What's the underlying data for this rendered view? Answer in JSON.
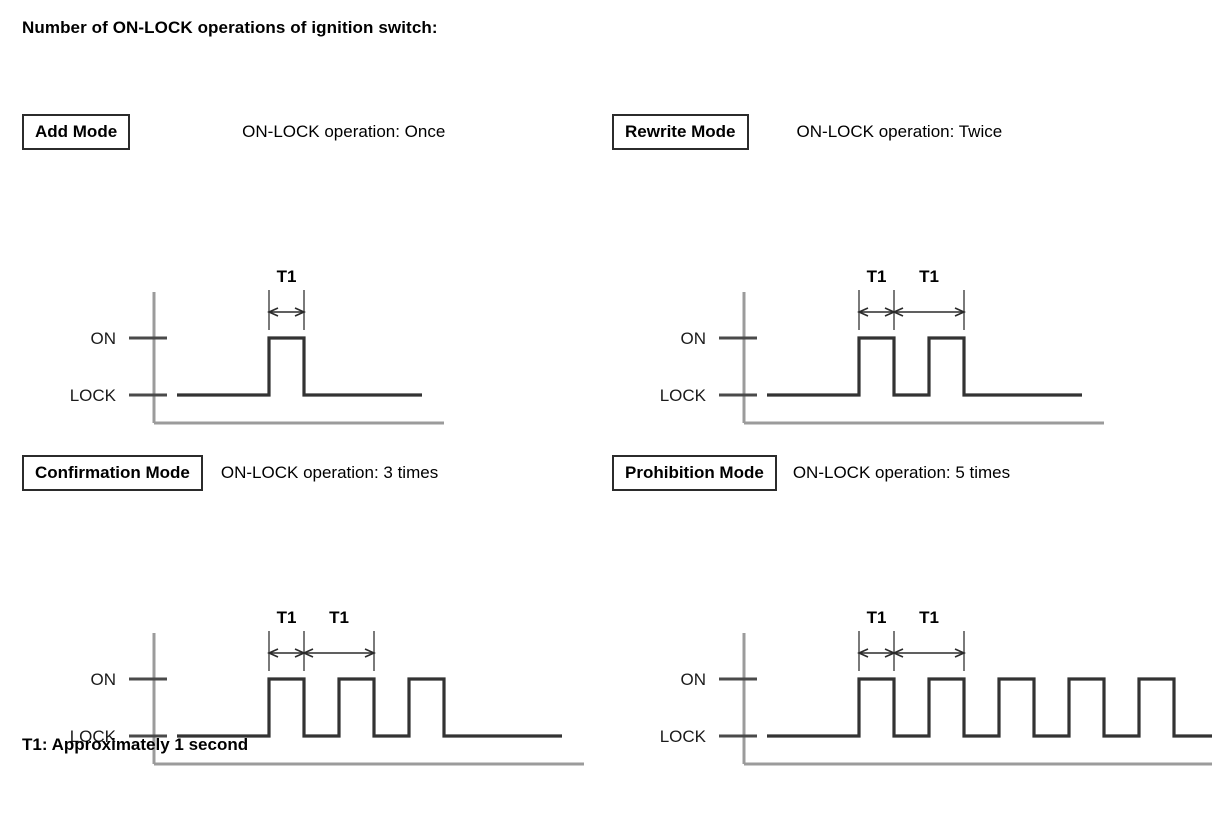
{
  "title": "Number of ON-LOCK operations of ignition switch:",
  "footnote": "T1: Approximately 1 second",
  "axis": {
    "high_label": "ON",
    "low_label": "LOCK",
    "t1_label": "T1"
  },
  "colors": {
    "signal": "#333333",
    "axis": "#9b9b9b",
    "tick": "#4a4a4a",
    "box_border": "#2b2b2b",
    "text": "#000000"
  },
  "panels": [
    {
      "id": "add-mode",
      "mode_label": "Add Mode",
      "operation_text": "ON-LOCK operation: Once",
      "pulses": 1,
      "t1_markers": 1
    },
    {
      "id": "rewrite-mode",
      "mode_label": "Rewrite Mode",
      "operation_text": "ON-LOCK operation: Twice",
      "pulses": 2,
      "t1_markers": 2
    },
    {
      "id": "confirmation-mode",
      "mode_label": "Confirmation Mode",
      "operation_text": "ON-LOCK operation: 3 times",
      "pulses": 3,
      "t1_markers": 2
    },
    {
      "id": "prohibition-mode",
      "mode_label": "Prohibition Mode",
      "operation_text": "ON-LOCK operation: 5 times",
      "pulses": 5,
      "t1_markers": 2
    }
  ],
  "chart_data": {
    "type": "line",
    "title": "Number of ON-LOCK operations of ignition switch:",
    "xlabel": "",
    "ylabel": "",
    "levels": [
      "LOCK",
      "ON"
    ],
    "pulse_width_label": "T1",
    "pulse_width_note": "T1: Approximately 1 second",
    "series": [
      {
        "name": "Add Mode",
        "pulses": 1,
        "operations": "Once"
      },
      {
        "name": "Rewrite Mode",
        "pulses": 2,
        "operations": "Twice"
      },
      {
        "name": "Confirmation Mode",
        "pulses": 3,
        "operations": "3 times"
      },
      {
        "name": "Prohibition Mode",
        "pulses": 5,
        "operations": "5 times"
      }
    ]
  }
}
